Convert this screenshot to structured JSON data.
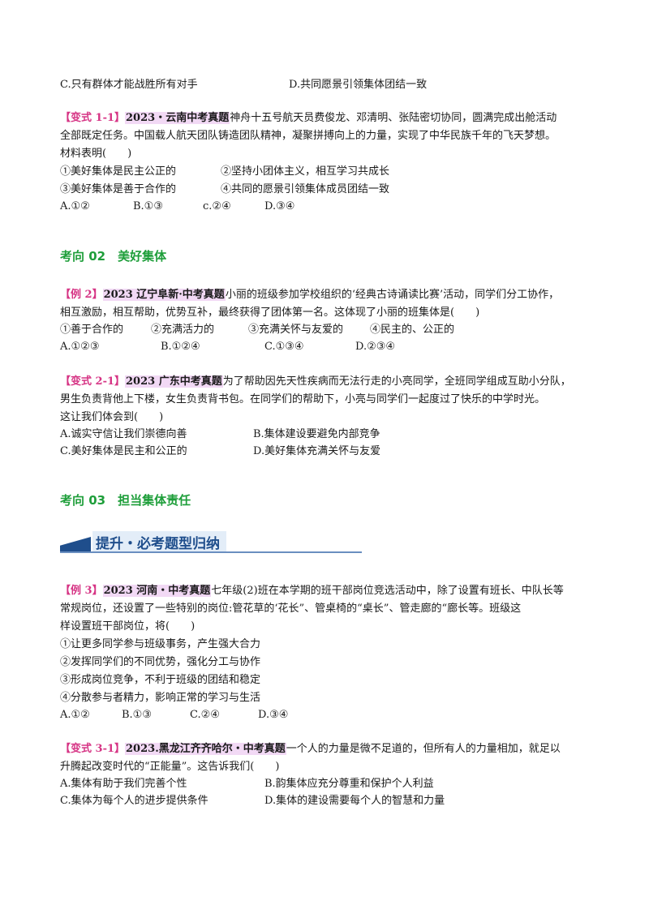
{
  "q0": {
    "opt_c": "C.只有群体才能战胜所有对手",
    "opt_d": "D.共同愿景引领集体团结一致"
  },
  "q1": {
    "tag": "【变式 1-1】",
    "source": "2023・云南中考真题",
    "line1": "神舟十五号航天员费俊龙、邓清明、张陆密切协同，圆满完成出舱活动",
    "line2": "全部既定任务。中国载人航天团队铸造团队精神，凝聚拼搏向上的力量，实现了中华民族千年的飞天梦想。",
    "line3": "材料表明(　　)",
    "item1": "①美好集体是民主公正的",
    "item2": "②坚持小团体主义，相互学习共成长",
    "item3": "③美好集体是善于合作的",
    "item4": "④共同的愿景引领集体成员团结一致",
    "opt_a": "A.①②",
    "opt_b": "B.①③",
    "opt_c": "c.②④",
    "opt_d": "D.③④"
  },
  "section2": "考向 02　美好集体",
  "q2": {
    "tag": "【例 2】",
    "source": "2023 辽宁阜新·中考真题",
    "line1": "小丽的班级参加学校组织的‘经典古诗诵读比赛’活动，同学们分工协作，",
    "line2": "相互激励，相互帮助，优势互补，最终获得了团体第一名。这体现了小丽的班集体是(　　)",
    "item1": "①善于合作的",
    "item2": "②充满活力的",
    "item3": "③充满关怀与友爱的",
    "item4": "④民主的、公正的",
    "opt_a": "A.①②③",
    "opt_b": "B.①②④",
    "opt_c": "C.①③④",
    "opt_d": "D.②③④"
  },
  "q3": {
    "tag": "【变式 2-1】",
    "source": "2023 广东中考真题",
    "line1": "为了帮助因先天性疾病而无法行走的小亮同学，全班同学组成互助小分队，",
    "line2": "男生负责背他上下楼，女生负责背书包。在同学们的帮助下，小亮与同学们一起度过了快乐的中学时光。",
    "line3": "这让我们体会到(　　)",
    "opt_a": "A.诚实守信让我们崇德向善",
    "opt_b": "B.集体建设要避免内部竞争",
    "opt_c": "C.美好集体是民主和公正的",
    "opt_d": "D.美好集体充满关怀与友爱"
  },
  "section3": "考向 03　担当集体责任",
  "banner": "提升・必考题型归纳",
  "q4": {
    "tag": "【例 3】",
    "source": "2023 河南・中考真题",
    "line1": "七年级(2)班在本学期的班干部岗位竞选活动中，除了设置有班长、中队长等",
    "line2": "常规岗位，还设置了一些特别的岗位:管花草的‘花长”、管桌椅的“桌长”、管走廊的“廊长等。班级这",
    "line3": "样设置班干部岗位，将(　　)",
    "item1": "①让更多同学参与班级事务，产生强大合力",
    "item2": "②发挥同学们的不同优势，强化分工与协作",
    "item3": "③形成岗位竞争，不利于班级的团结和稳定",
    "item4": "④分散参与者精力，影响正常的学习与生活",
    "opt_a": "A.①②",
    "opt_b": "B.①③",
    "opt_c": "C.②④",
    "opt_d": "D.③④"
  },
  "q5": {
    "tag": "【变式 3-1】",
    "source": "2023.黑龙江齐齐哈尔・中考真题",
    "line1": "一个人的力量是微不足道的，但所有人的力量相加，就足以",
    "line2": "升腾起改变时代的“正能量”。这告诉我们(　　)",
    "opt_a": "A.集体有助于我们完善个性",
    "opt_b": "B.韵集体应充分尊重和保护个人利益",
    "opt_c": "C.集体为每个人的进步提供条件",
    "opt_d": "D.集体的建设需要每个人的智慧和力量"
  }
}
